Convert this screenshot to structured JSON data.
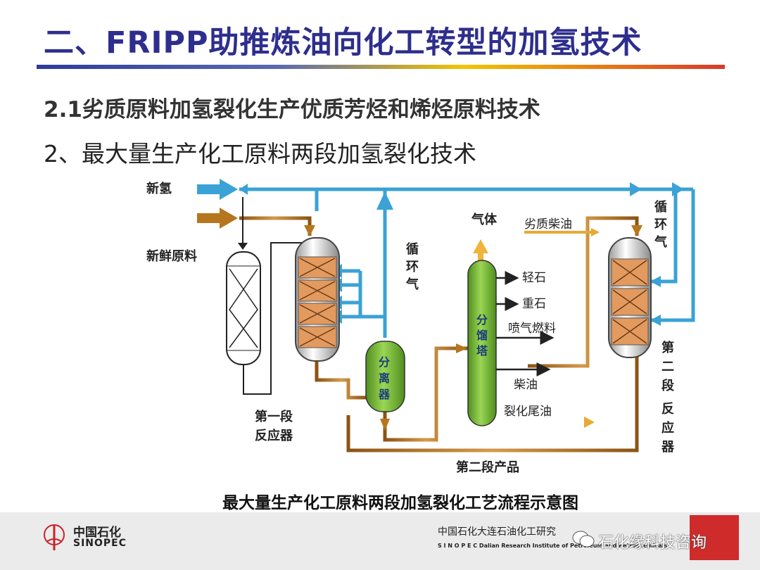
{
  "slide": {
    "title": "二、FRIPP助推炼油向化工转型的加氢技术",
    "subtitle": "2.1劣质原料加氢裂化生产优质芳烃和烯烃原料技术",
    "heading": "2、最大量生产化工原料两段加氢裂化技术"
  },
  "diagram": {
    "caption": "最大量生产化工原料两段加氢裂化工艺流程示意图",
    "labels": {
      "new_hydrogen": "新氢",
      "fresh_feed": "新鲜原料",
      "recycle_gas_1": [
        "循",
        "环",
        "气"
      ],
      "recycle_gas_2": [
        "循",
        "环",
        "气"
      ],
      "gas": "气体",
      "poor_diesel": "劣质柴油",
      "light_naphtha": "轻石",
      "heavy_naphtha": "重石",
      "jet_fuel": "喷气燃料",
      "diesel": "柴油",
      "tail_oil": "裂化尾油",
      "first_reactor": [
        "第一段",
        "反应器"
      ],
      "second_reactor": [
        "第",
        "二",
        "段",
        "反",
        "应",
        "器"
      ],
      "second_product": "第二段产品",
      "separator": [
        "分",
        "离",
        "器"
      ],
      "fractionator": [
        "分",
        "馏",
        "塔"
      ]
    },
    "colors": {
      "hydrogen": "#3aa2d6",
      "feed": "#b5761e",
      "product": "#e8a935",
      "vessel_green": "#7dc33a",
      "catalyst": "#e39a5e"
    }
  },
  "footer": {
    "logo_cn": "中国石化",
    "logo_en": "SINOPEC",
    "institute_cn": "中国石化大连石油化工研究",
    "institute_en": "S I N O P E C  Dalian Research Institute of Petroleum and Petrochemicals",
    "watermark": "石化缘科技咨询"
  }
}
